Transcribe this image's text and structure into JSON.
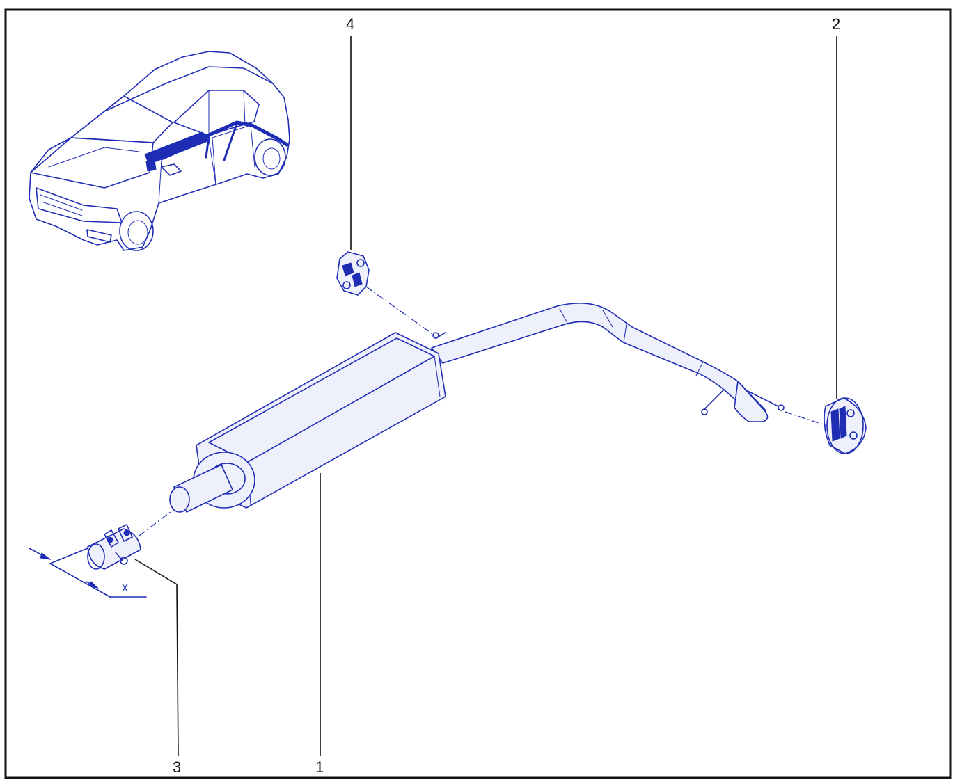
{
  "callouts": {
    "part_1": "1",
    "part_2": "2",
    "part_3": "3",
    "part_4": "4"
  },
  "dimension": {
    "label": "x"
  },
  "colors": {
    "linework": "#1f2db5",
    "frame": "#111111",
    "background": "#ffffff"
  }
}
